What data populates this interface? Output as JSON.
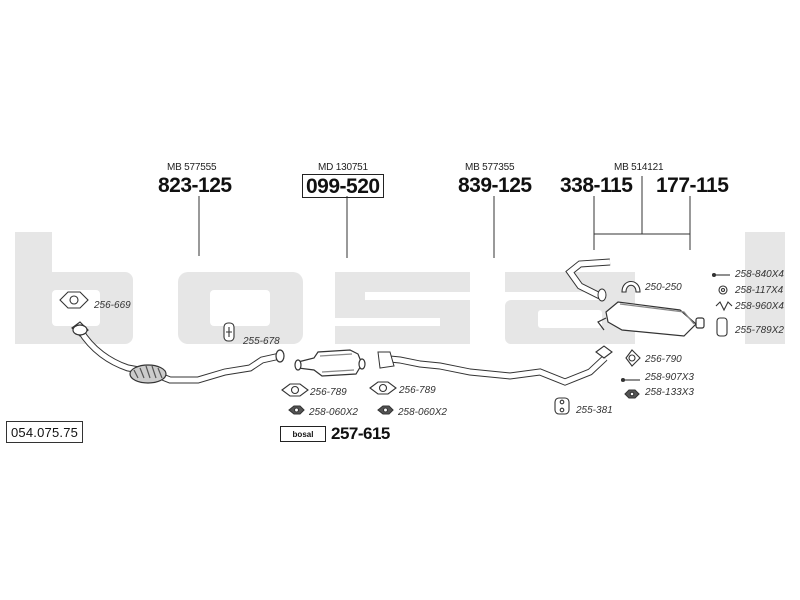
{
  "watermark": {
    "text": "bosal",
    "color": "#e6e6e6"
  },
  "reference_number": "054.075.75",
  "parts": [
    {
      "oe": "MB 577555",
      "number": "823-125",
      "boxed": false
    },
    {
      "oe": "MD 130751",
      "number": "099-520",
      "boxed": true
    },
    {
      "oe": "MB 577355",
      "number": "839-125",
      "boxed": false
    },
    {
      "oe": "MB 514121",
      "number": "338-115",
      "boxed": false
    },
    {
      "oe": "",
      "number": "177-115",
      "boxed": false
    }
  ],
  "accessories": {
    "a256_669": "256-669",
    "a255_678": "255-678",
    "a256_789_1": "256-789",
    "a256_789_2": "256-789",
    "a258_060x2_1": "258-060X2",
    "a258_060x2_2": "258-060X2",
    "a250_250": "250-250",
    "a258_840x4": "258-840X4",
    "a258_117x4": "258-117X4",
    "a258_960x4": "258-960X4",
    "a255_789x2": "255-789X2",
    "a256_790": "256-790",
    "a258_907x3": "258-907X3",
    "a258_133x3": "258-133X3",
    "a255_381": "255-381"
  },
  "kit": {
    "brand": "bosal",
    "number": "257-615"
  }
}
